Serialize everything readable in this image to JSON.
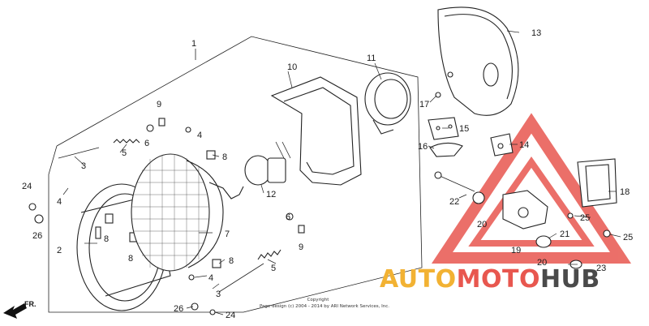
{
  "callouts": {
    "c1": "1",
    "c2": "2",
    "c3a": "3",
    "c3b": "3",
    "c4a": "4",
    "c4b": "4",
    "c4c": "4",
    "c5a": "5",
    "c5b": "5",
    "c6a": "6",
    "c6b": "6",
    "c7": "7",
    "c8a": "8",
    "c8b": "8",
    "c8c": "8",
    "c8d": "8",
    "c9a": "9",
    "c9b": "9",
    "c10": "10",
    "c11": "11",
    "c12": "12",
    "c13": "13",
    "c14": "14",
    "c15": "15",
    "c16": "16",
    "c17": "17",
    "c18": "18",
    "c19": "19",
    "c20a": "20",
    "c20b": "20",
    "c21": "21",
    "c22": "22",
    "c23": "23",
    "c24a": "24",
    "c24b": "24",
    "c25a": "25",
    "c25b": "25",
    "c26a": "26",
    "c26b": "26"
  },
  "direction_label": "FR.",
  "copyright": {
    "line1": "Copyright",
    "line2": "Page design (c) 2004 - 2014 by ARI Network Services, Inc."
  },
  "watermark": {
    "part1": "AUTO",
    "part2": "MOTO",
    "part3": "HUB",
    "colors": {
      "auto": "#f2b233",
      "moto": "#e8574f",
      "hub": "#4a4a4a",
      "triangle": "#e8574f"
    }
  }
}
